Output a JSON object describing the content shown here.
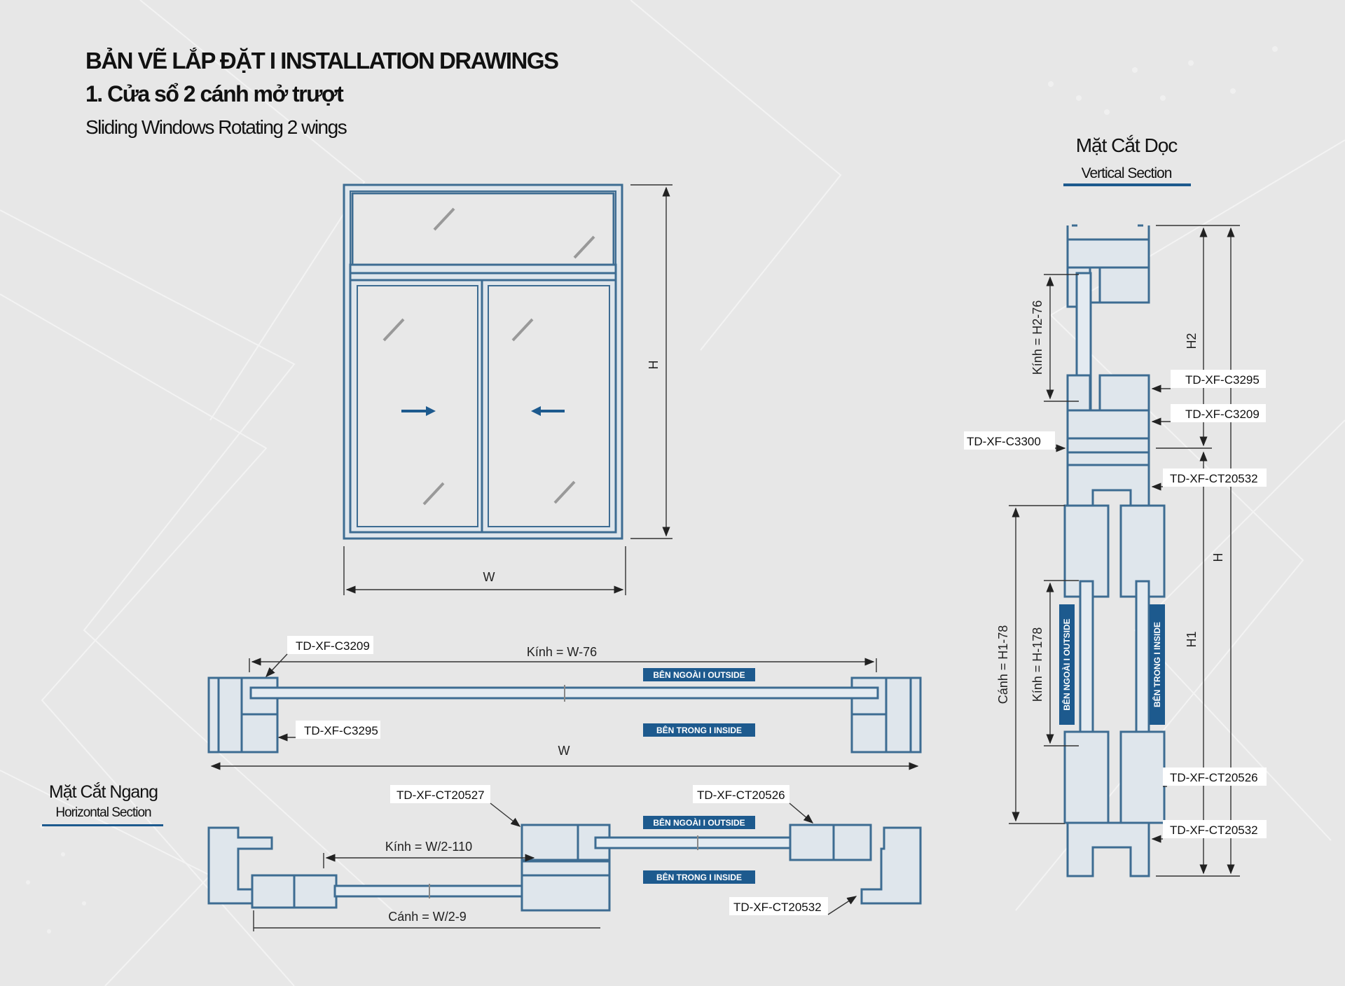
{
  "header": {
    "title": "BẢN VẼ LẮP ĐẶT  I  INSTALLATION DRAWINGS",
    "subtitle_vi": "1. Cửa sổ 2 cánh mở trượt",
    "subtitle_en": "Sliding Windows Rotating 2 wings"
  },
  "elevation": {
    "height_label": "H",
    "width_label": "W"
  },
  "vertical_section": {
    "title_vi": "Mặt Cắt Dọc",
    "title_en": "Vertical Section",
    "labels": [
      "TD-XF-C3295",
      "TD-XF-C3209",
      "TD-XF-C3300",
      "TD-XF-CT20532",
      "TD-XF-CT20526",
      "TD-XF-CT20532"
    ],
    "dims": {
      "kinh_h2": "Kính = H2-76",
      "h2": "H2",
      "h": "H",
      "h1": "H1",
      "canh_h1": "Cánh = H1-78",
      "kinh_h": "Kính = H-178"
    },
    "outside": "BÊN NGOÀI  I  OUTSIDE",
    "inside": "BÊN TRONG  I  INSIDE"
  },
  "horizontal_section": {
    "title_vi": "Mặt Cắt Ngang",
    "title_en": "Horizontal Section",
    "top": {
      "label_c3209": "TD-XF-C3209",
      "label_c3295": "TD-XF-C3295",
      "kinh": "Kính = W-76",
      "w": "W",
      "outside": "BÊN NGOÀI  I  OUTSIDE",
      "inside": "BÊN TRONG  I  INSIDE"
    },
    "bottom": {
      "label_ct20527": "TD-XF-CT20527",
      "label_ct20526": "TD-XF-CT20526",
      "label_ct20532": "TD-XF-CT20532",
      "kinh": "Kính = W/2-110",
      "canh": "Cánh = W/2-9",
      "outside": "BÊN NGOÀI  I  OUTSIDE",
      "inside": "BÊN TRONG  I  INSIDE"
    }
  }
}
